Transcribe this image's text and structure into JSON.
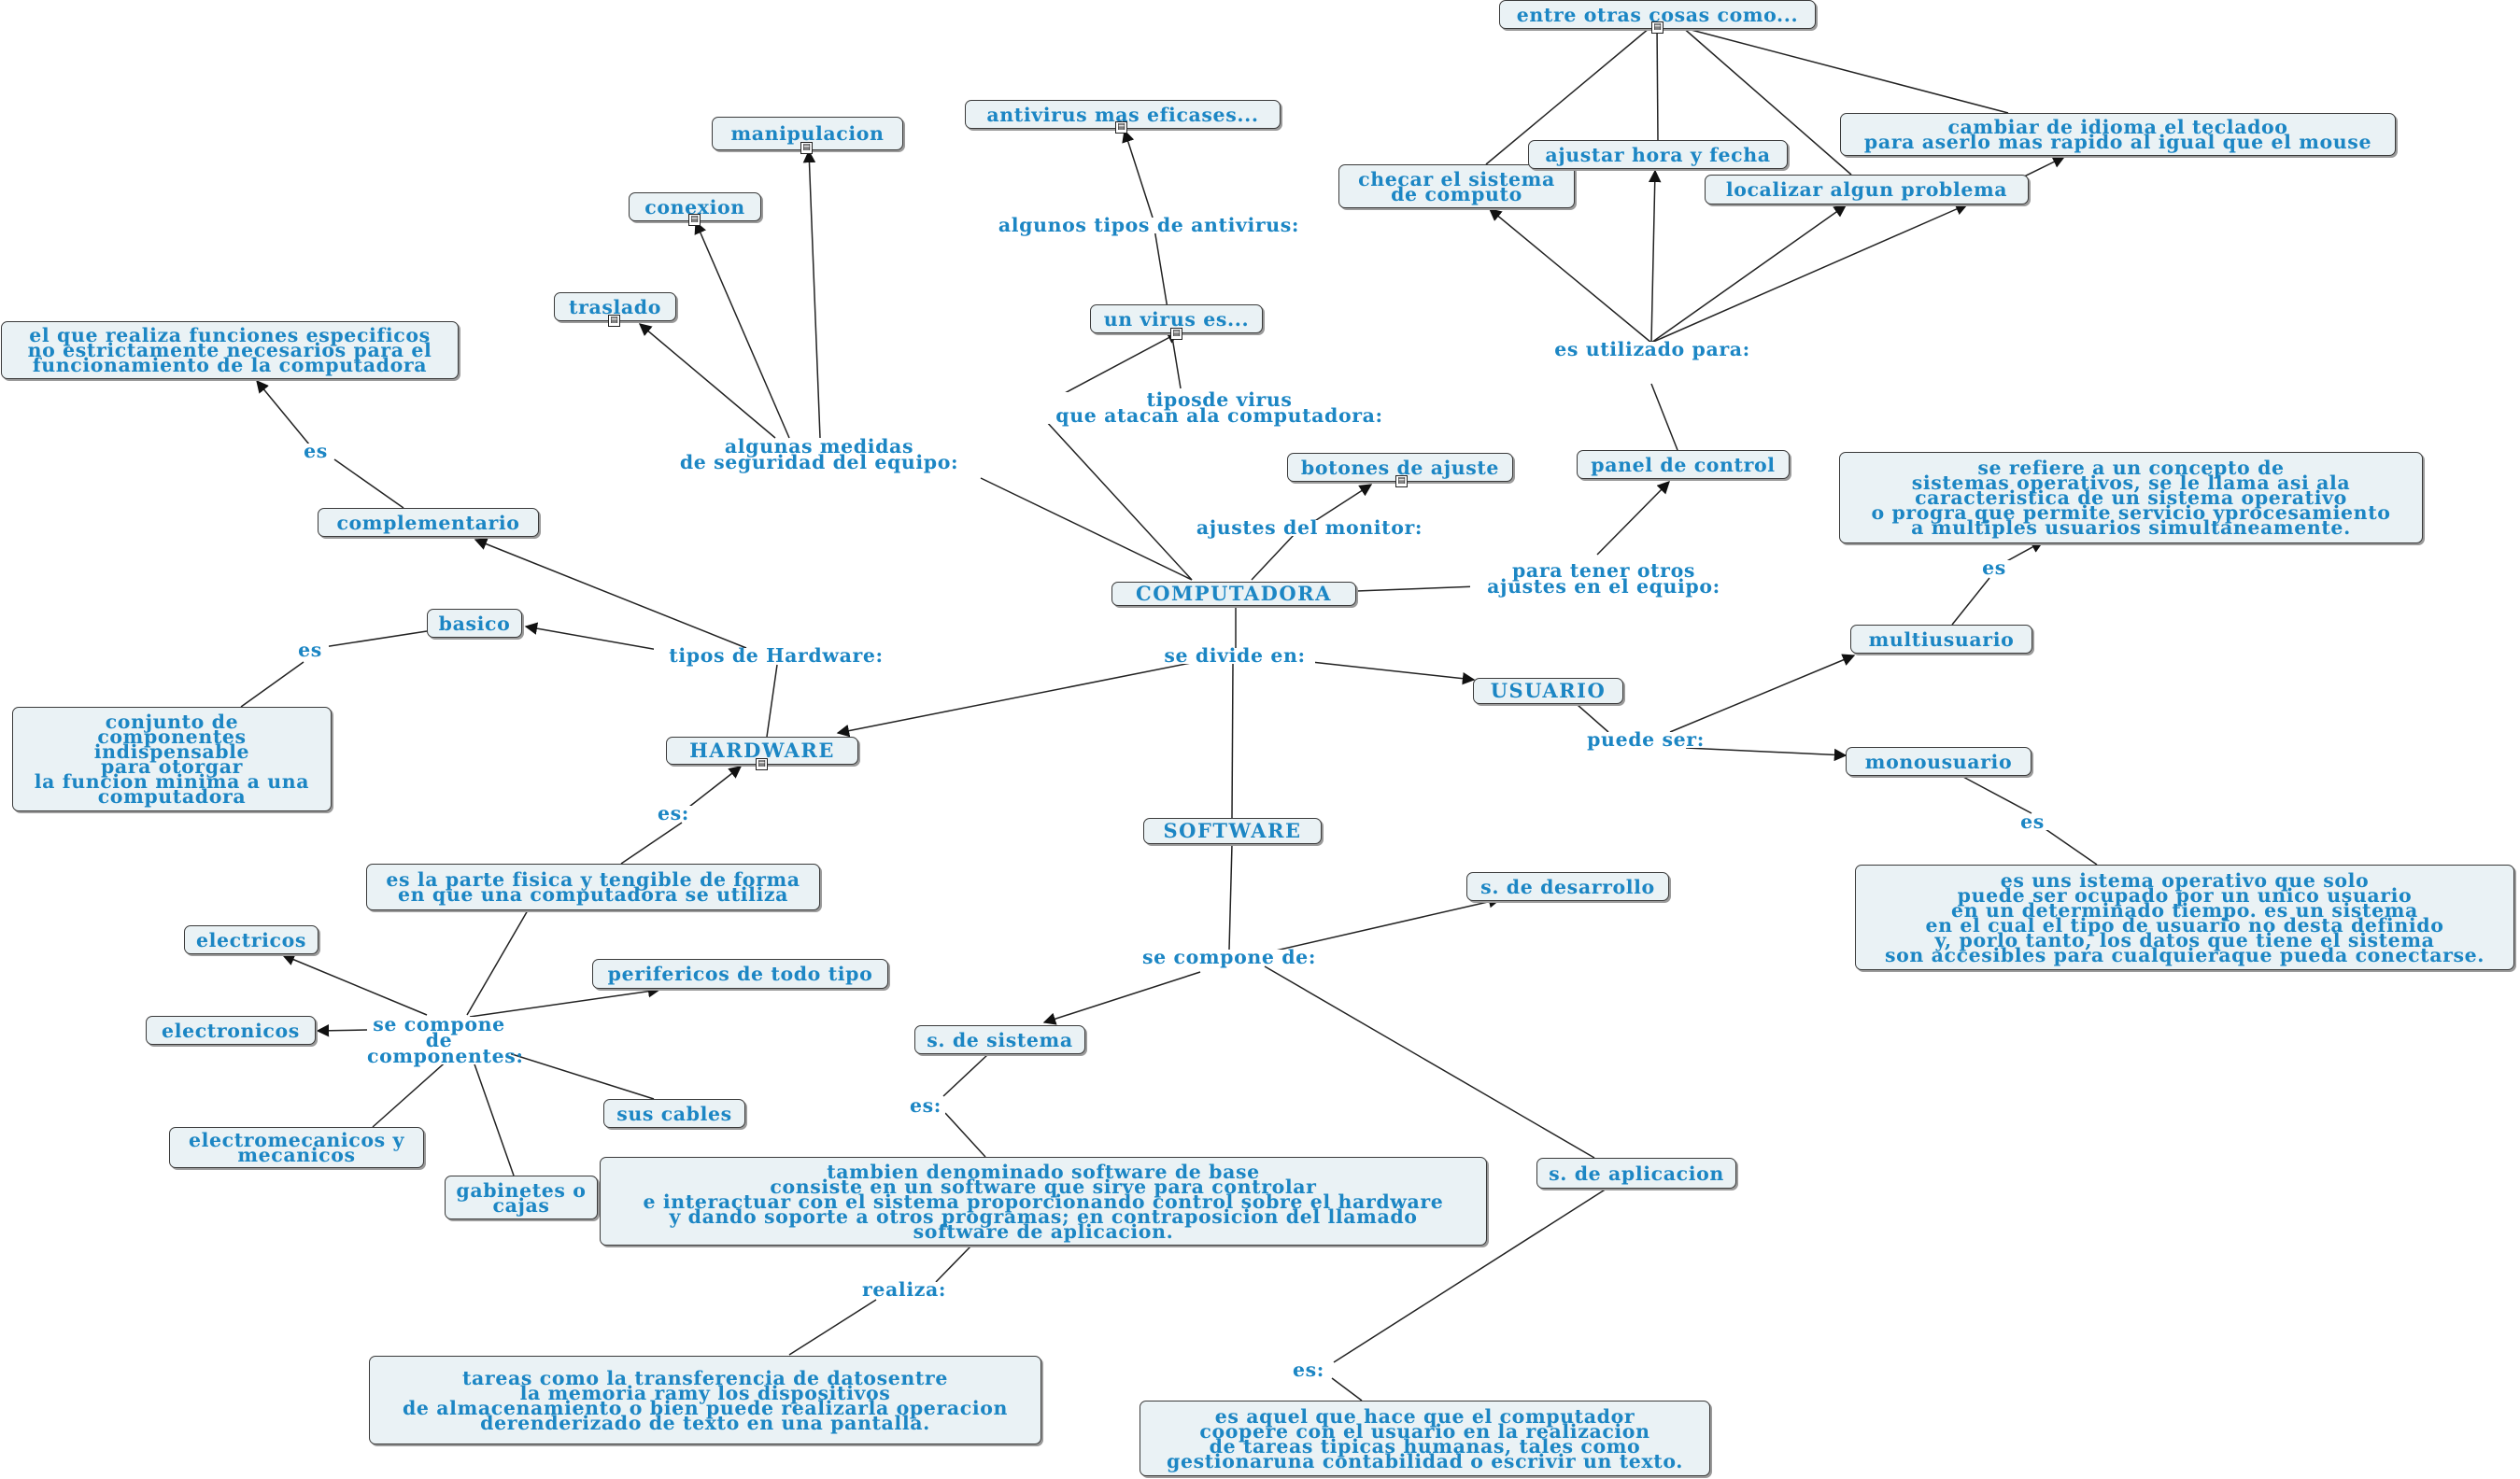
{
  "nodes": {
    "computadora": "COMPUTADORA",
    "hardware": "HARDWARE",
    "software": "SOFTWARE",
    "usuario": "USUARIO",
    "manipulacion": "manipulacion",
    "conexion": "conexion",
    "traslado": "traslado",
    "antivirus": "antivirus mas eficases...",
    "virus": "un virus es...",
    "botones": "botones de ajuste",
    "panel": "panel de control",
    "entre_otras": "entre otras cosas como...",
    "checar": "checar el  sistema\nde computo",
    "ajustar_hora": "ajustar hora y fecha",
    "localizar": "localizar algun problema",
    "idioma": "cambiar de idioma el tecladoo\npara aserlo mas rapido al igual que el mouse",
    "complementario_desc": "el que realiza funciones especificos\nno estrictamente necesarios para el\nfuncionamiento de la computadora",
    "complementario": "complementario",
    "basico": "basico",
    "basico_desc": "conjunto de\ncomponentes\nindispensable\npara otorgar\nla funcion minima a una\ncomputadora",
    "parte_fisica": "es la parte fisica y tengible de forma\nen que una computadora se utiliza",
    "electricos": "electricos",
    "electronicos": "electronicos",
    "perifericos": "perifericos de todo tipo",
    "sus_cables": "sus cables",
    "electromecanicos": "electromecanicos y\nmecanicos",
    "gabinetes": "gabinetes o\ncajas",
    "multiusuario": "multiusuario",
    "multi_desc": "se refiere a un concepto de\nsistemas operativos, se le llama asi ala\ncaracteristica de un sistema operativo\no progra que permite servicio yprocesamiento\na multiples usuarios simultaneamente.",
    "monousuario": "monousuario",
    "mono_desc": "es uns istema operativo que solo\npuede ser ocupado por un unico usuario\nen un determinado tiempo. es un sistema\nen el cual el tipo de usuario no desta definido\ny, porlo tanto, los datos que tiene el sistema\nson accesibles para cualquieraque pueda conectarse.",
    "s_desarrollo": "s. de desarrollo",
    "s_sistema": "s. de sistema",
    "s_sistema_desc": "tambien denominado software de base\nconsiste en un software que sirve para controlar\ne interactuar con el sistema proporcionando control sobre el hardware\ny dando soporte a otros programas; en contraposicion del llamado\nsoftware de aplicacion.",
    "tareas": "tareas como la transferencia de datosentre\nla memoria ramy los dispositivos\nde almacenamiento o bien puede realizarla operacion\nderenderizado de texto en una pantalla.",
    "s_aplicacion": "s. de aplicacion",
    "aplicacion_desc": "es aquel que hace que el computador\ncoopere con el usuario en la realizacion\nde tareas tipicas humanas, tales como\ngestionaruna contabilidad o escrivir un texto."
  },
  "phrases": {
    "medidas": "algunas medidas\nde seguridad del equipo:",
    "tipos_antivirus": "algunos tipos de antivirus:",
    "tipos_virus": "tiposde virus\nque atacan ala computadora:",
    "ajustes_monitor": "ajustes del monitor:",
    "utilizado": "es utilizado para:",
    "otros_ajustes": "para tener otros\najustes en el equipo:",
    "divide": "se divide en:",
    "tipos_hw": "tipos de Hardware:",
    "es_comp": "es",
    "es_basico": "es",
    "es_hw": "es:",
    "compone_comp": "se compone de\ncomponentes:",
    "puede_ser": "puede ser:",
    "es_multi": "es",
    "es_mono": "es",
    "compone_sw": "se compone de:",
    "es_sistema": "es:",
    "realiza": "realiza:",
    "es_aplicacion": "es:"
  },
  "resource_icon": "concept-map-resource-icon",
  "colors": {
    "text": "#1c86c4",
    "node_fill": "#eaf2f5",
    "border": "#3a3a3a",
    "line": "#222222"
  }
}
